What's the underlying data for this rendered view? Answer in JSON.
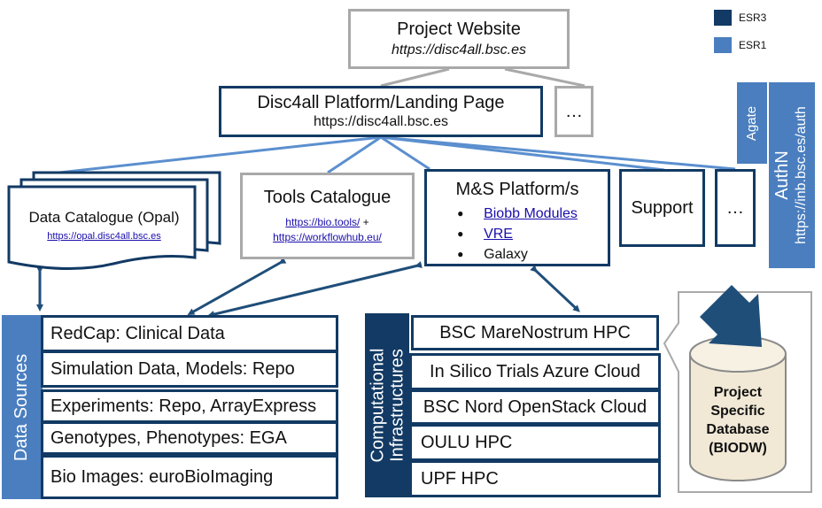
{
  "legend": [
    {
      "label": "ESR3",
      "color": "#123a64"
    },
    {
      "label": "ESR1",
      "color": "#4a7ebf"
    }
  ],
  "project_website": {
    "title": "Project Website",
    "url": "https://disc4all.bsc.es"
  },
  "landing_page": {
    "title": "Disc4all Platform/Landing Page",
    "url": "https://disc4all.bsc.es"
  },
  "ellipsis": "…",
  "authn": {
    "agate": "Agate",
    "label": "AuthN",
    "url": "https://inb.bsc.es/auth"
  },
  "data_catalogue": {
    "title": "Data Catalogue (Opal)",
    "url": "https://opal.disc4all.bsc.es"
  },
  "tools_catalogue": {
    "title": "Tools Catalogue",
    "url1": "https://bio.tools/",
    "plus": " +",
    "url2": "https://workflowhub.eu/"
  },
  "ms_platform": {
    "title": "M&S Platform/s",
    "bullet": "●",
    "items": [
      {
        "label": "Biobb Modules",
        "link": true
      },
      {
        "label": "VRE",
        "link": true
      },
      {
        "label": "Galaxy",
        "link": false
      }
    ]
  },
  "support": {
    "title": "Support"
  },
  "data_sources": {
    "label": "Data Sources",
    "items": [
      "RedCap: Clinical Data",
      "Simulation Data, Models: Repo",
      "Experiments: Repo, ArrayExpress",
      "Genotypes, Phenotypes: EGA",
      "Bio Images: euroBioImaging"
    ]
  },
  "computational": {
    "line1": "Computational",
    "line2": "Infrastructures",
    "items": [
      "BSC MareNostrum HPC",
      "In Silico Trials Azure Cloud",
      "BSC Nord OpenStack Cloud",
      "OULU HPC",
      "UPF HPC"
    ]
  },
  "database": {
    "line1": "Project",
    "line2": "Specific",
    "line3": "Database",
    "line4": "(BIODW)"
  }
}
